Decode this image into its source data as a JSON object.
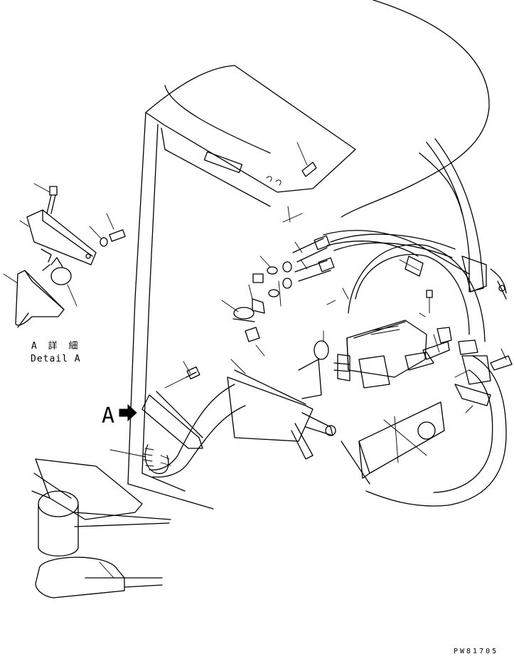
{
  "detail_label_jp": "A 詳 細",
  "detail_label_en": "Detail A",
  "callout_letter": "A",
  "drawing_code": "PW81705",
  "arrow_icon": "solid-right-arrow"
}
